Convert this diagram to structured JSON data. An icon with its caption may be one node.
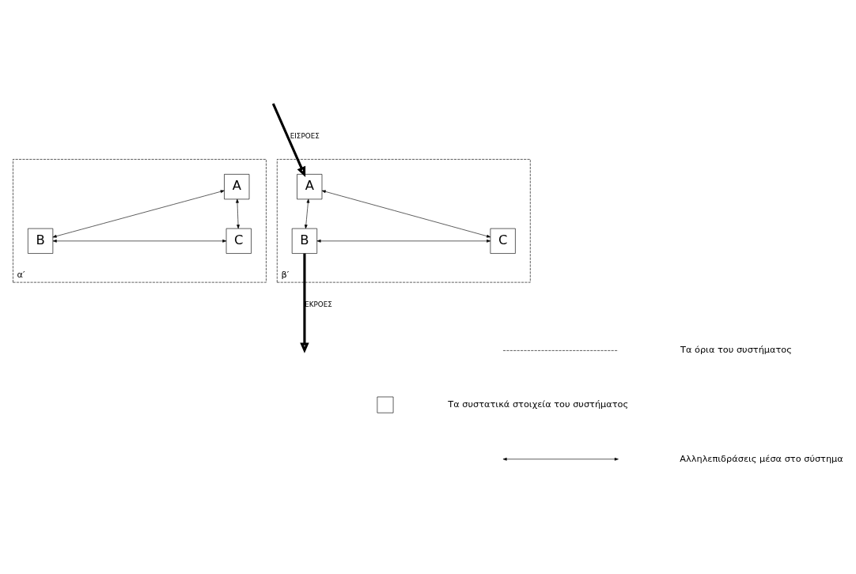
{
  "diagram": {
    "nodes": [
      {
        "text": [],
        "shape": "box",
        "beside": [
          "α′"
        ]
      },
      {
        "text": [
          "A"
        ],
        "in": 0
      },
      {
        "text": [
          "B"
        ],
        "in": 0
      },
      {
        "text": [
          "C"
        ],
        "in": 0
      },
      {
        "text": [],
        "shape": "box",
        "beside": [
          "β′"
        ]
      },
      {
        "text": [
          "A"
        ],
        "in": 4
      },
      {
        "text": [
          "B"
        ],
        "in": 4
      },
      {
        "text": [
          "C"
        ],
        "in": 4
      }
    ],
    "edges": [
      {
        "from": 1,
        "to": 2,
        "arrow": "both"
      },
      {
        "from": 1,
        "to": 3,
        "arrow": "both"
      },
      {
        "from": 2,
        "to": 3,
        "arrow": "both"
      },
      {
        "from": 5,
        "to": 6,
        "arrow": "both"
      },
      {
        "from": 5,
        "to": 7,
        "arrow": "both"
      },
      {
        "from": 6,
        "to": 7,
        "arrow": "both"
      },
      {
        "from": null,
        "to": 5,
        "arrow": "to",
        "label": "ΕΙΣΡΟΕΣ",
        "style": "thick"
      },
      {
        "from": 6,
        "to": null,
        "arrow": "to",
        "label": "ΕΚΡΟΕΣ",
        "style": "thick"
      }
    ],
    "legend": [
      {
        "text": "Τα όρια του συστήματος"
      },
      {
        "text": "Τα συστατικά στοιχεία του συστήματος"
      },
      {
        "text": "Αλληλεπιδράσεις μέσα στο σύστημα"
      }
    ]
  }
}
